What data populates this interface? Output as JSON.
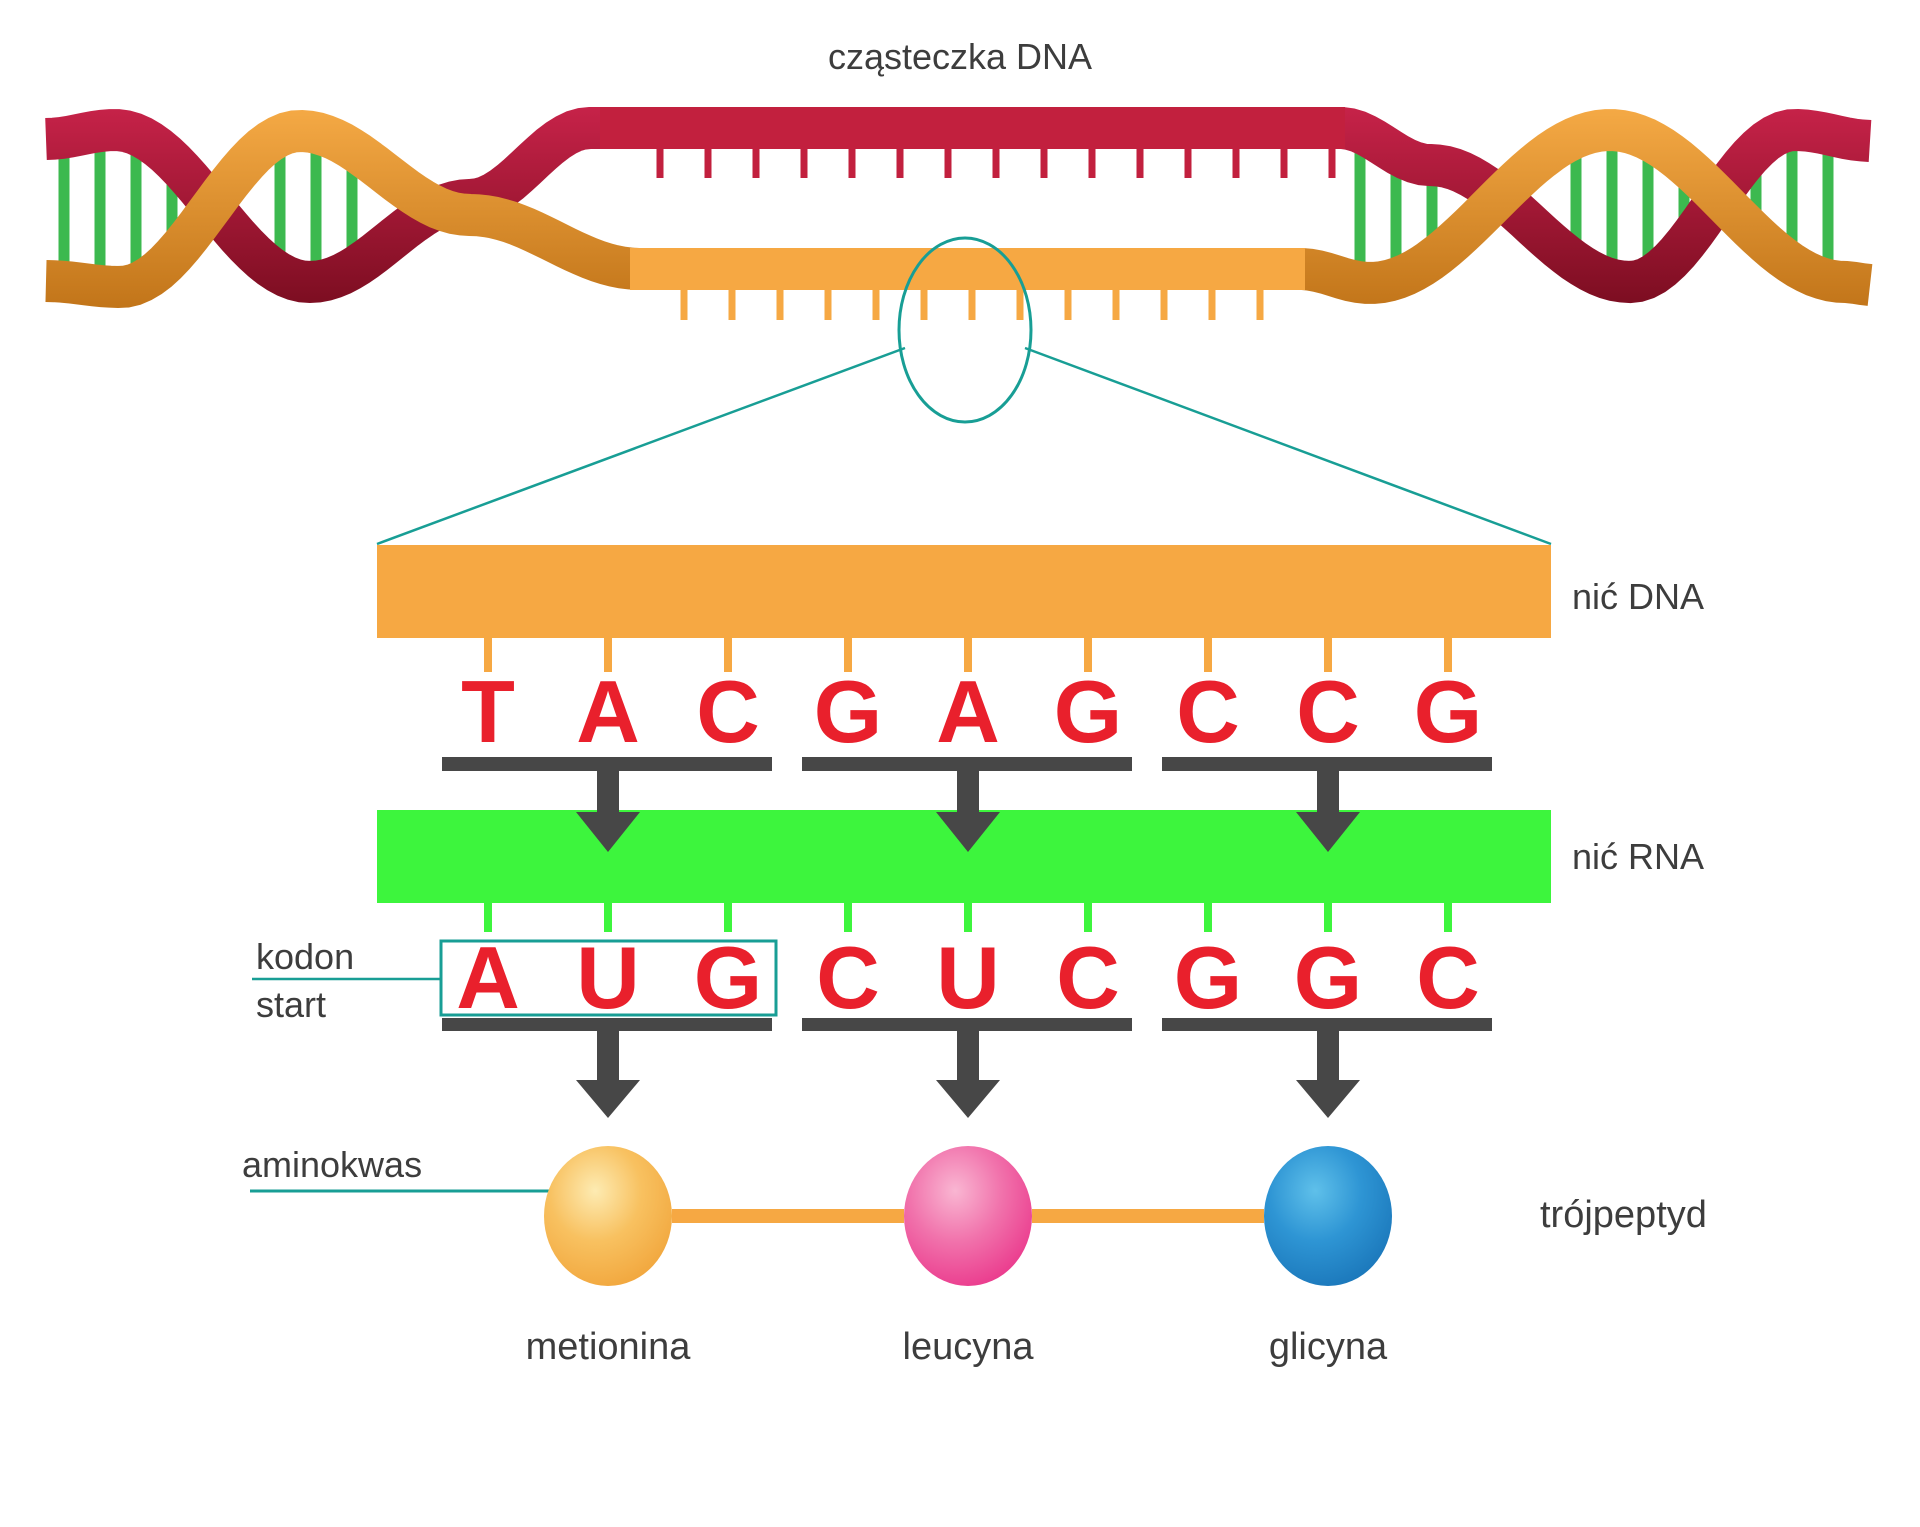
{
  "title": "cząsteczka DNA",
  "strand_labels": {
    "dna": "nić DNA",
    "rna": "nić RNA"
  },
  "annotations": {
    "start_codon_line1": "kodon",
    "start_codon_line2": "start",
    "amino_acid": "aminokwas",
    "tripeptide": "trójpeptyd"
  },
  "sequences": {
    "dna_template": "TACGAGCCG",
    "rna": "AUGCUCGGC",
    "bases_per_codon": 3,
    "codon_count": 3
  },
  "amino_acids": [
    {
      "name": "metionina",
      "highlight": "#FDEBB2",
      "mid": "#F8C160",
      "edge": "#F0A136"
    },
    {
      "name": "leucyna",
      "highlight": "#F9B6D2",
      "mid": "#F173AC",
      "edge": "#E92E86"
    },
    {
      "name": "glicyna",
      "highlight": "#5FC0EA",
      "mid": "#2E95D4",
      "edge": "#1771B5"
    }
  ],
  "colors": {
    "dna_bar": "#F6A843",
    "rna_bar": "#3DF53D",
    "base_letter": "#E9202C",
    "dark_gray": "#474747",
    "teal_accent": "#189E95",
    "text_gray": "#3D3D3D",
    "helix_red_light": "#C9234A",
    "helix_red_dark": "#7E0E22",
    "helix_red_flat": "#C2203E",
    "helix_orange_light": "#F8AD48",
    "helix_orange_dark": "#C07318",
    "rung_green": "#3CB94F",
    "peptide_bond_orange": "#F6A843"
  }
}
